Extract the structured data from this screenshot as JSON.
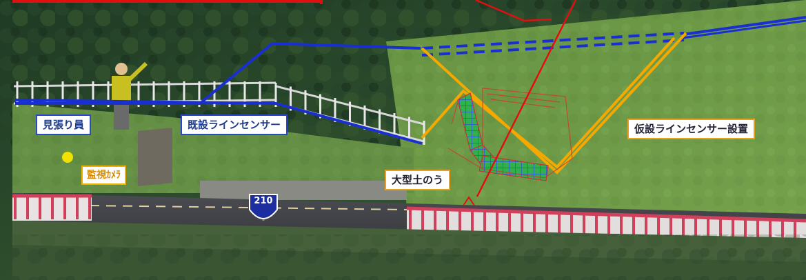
{
  "labels": {
    "watcher": "見張り員",
    "existing_sensor": "既設ラインセンサー",
    "temporary_sensor": "仮設ラインセンサー設置",
    "camera": "監視ｶﾒﾗ",
    "sandbags": "大型土のう",
    "route_number": "210"
  },
  "colors": {
    "sensor_line": "#1a2fd0",
    "temporary_line": "#f4a800",
    "red_line": "#e01010",
    "sandbag_fill": "#2ea84a",
    "sandbag_grid": "#3050e0",
    "guardrail": "#d0405a",
    "camera_dot": "#f2e000"
  }
}
